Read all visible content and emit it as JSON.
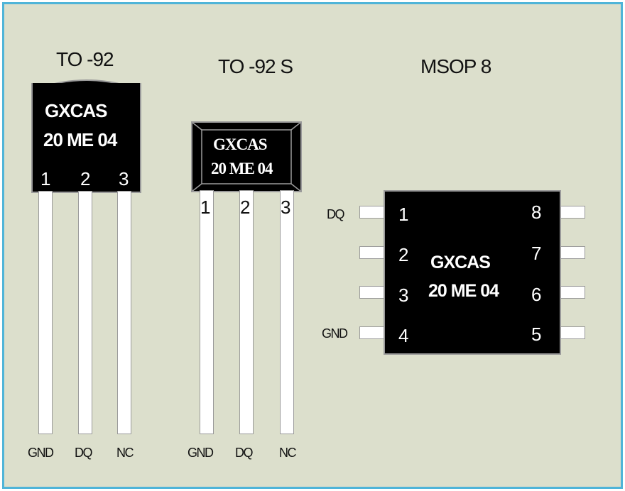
{
  "packages": {
    "to92": {
      "title": "TO -92",
      "marking_line1": "GXCAS",
      "marking_line2": "20 ME 04",
      "pins": [
        "1",
        "2",
        "3"
      ],
      "pin_labels": [
        "GND",
        "DQ",
        "NC"
      ]
    },
    "to92s": {
      "title": "TO -92 S",
      "marking_line1": "GXCAS",
      "marking_line2": "20 ME  04",
      "pins": [
        "1",
        "2",
        "3"
      ],
      "pin_labels": [
        "GND",
        "DQ",
        "NC"
      ]
    },
    "msop8": {
      "title": "MSOP  8",
      "marking_line1": "GXCAS",
      "marking_line2": "20 ME 04",
      "left_pins": [
        "1",
        "2",
        "3",
        "4"
      ],
      "right_pins": [
        "8",
        "7",
        "6",
        "5"
      ],
      "left_pin_labels": [
        "DQ",
        "",
        "",
        "GND"
      ]
    }
  },
  "colors": {
    "background": "#dcdfcc",
    "frame_border": "#4fb4d8",
    "package_body": "#000000",
    "lead_fill": "#ffffff",
    "lead_outline": "#9a9a9a"
  }
}
